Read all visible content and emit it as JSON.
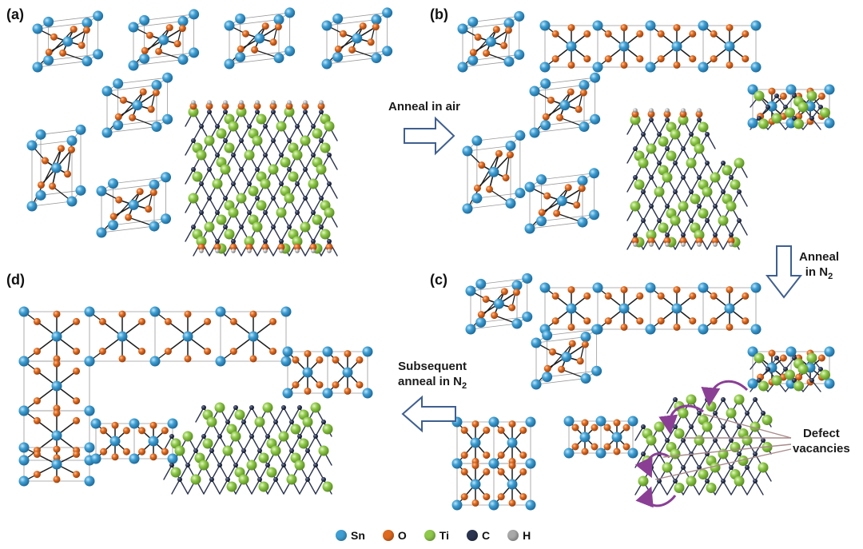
{
  "panels": {
    "a": "(a)",
    "b": "(b)",
    "c": "(c)",
    "d": "(d)"
  },
  "steps": {
    "anneal_air": "Anneal in air",
    "anneal_n2_line1": "Anneal",
    "anneal_n2_line2": "in N",
    "anneal_n2_sub": "2",
    "subsequent_line1": "Subsequent",
    "subsequent_line2": "anneal in N",
    "subsequent_sub": "2",
    "defect_line1": "Defect",
    "defect_line2": "vacancies"
  },
  "legend": [
    {
      "label": "Sn",
      "color": "#3f9fd3"
    },
    {
      "label": "O",
      "color": "#de6a1f"
    },
    {
      "label": "Ti",
      "color": "#8fc94a"
    },
    {
      "label": "C",
      "color": "#2c3550"
    },
    {
      "label": "H",
      "color": "#a9a9a9"
    }
  ],
  "colors": {
    "sn": "#3f9fd3",
    "o": "#de6a1f",
    "ti": "#8fc94a",
    "c": "#2c3550",
    "h": "#a9a9a9",
    "arrow_stroke": "#3f5f8f",
    "curve_arrow": "#8a3f95"
  }
}
